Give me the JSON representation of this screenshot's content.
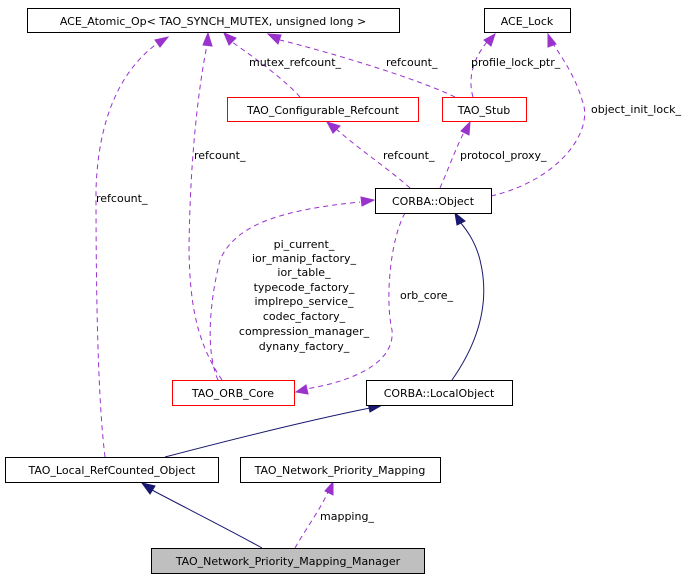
{
  "diagram": {
    "title": "TAO_Network_Priority_Mapping_Manager collaboration graph",
    "colors": {
      "node_border_default": "#000000",
      "node_border_undocumented": "#ff0000",
      "node_fill_focus": "#bfbfbf",
      "edge_usage": "#9a32cd",
      "edge_inheritance": "#191970"
    },
    "nodes": {
      "ace_atomic_op": {
        "label": "ACE_Atomic_Op< TAO_SYNCH_MUTEX, unsigned long >"
      },
      "ace_lock": {
        "label": "ACE_Lock"
      },
      "tao_configurable_refcount": {
        "label": "TAO_Configurable_Refcount"
      },
      "tao_stub": {
        "label": "TAO_Stub"
      },
      "corba_object": {
        "label": "CORBA::Object"
      },
      "tao_orb_core": {
        "label": "TAO_ORB_Core"
      },
      "corba_localobject": {
        "label": "CORBA::LocalObject"
      },
      "tao_local_refcounted_object": {
        "label": "TAO_Local_RefCounted_Object"
      },
      "tao_network_priority_mapping": {
        "label": "TAO_Network_Priority_Mapping"
      },
      "tao_network_priority_mapping_manager": {
        "label": "TAO_Network_Priority_Mapping_Manager"
      }
    },
    "edge_labels": {
      "mutex_refcount": "mutex_refcount_",
      "stub_refcount": "refcount_",
      "profile_lock_ptr": "profile_lock_ptr_",
      "object_init_lock": "object_init_lock_",
      "local_refcount": "refcount_",
      "orbcore_refcount": "refcount_",
      "object_refcount": "refcount_",
      "protocol_proxy": "protocol_proxy_",
      "orb_core": "orb_core_",
      "mapping": "mapping_",
      "orbcore_members": [
        "pi_current_",
        "ior_manip_factory_",
        "ior_table_",
        "typecode_factory_",
        "implrepo_service_",
        "codec_factory_",
        "compression_manager_",
        "dynany_factory_"
      ]
    }
  }
}
